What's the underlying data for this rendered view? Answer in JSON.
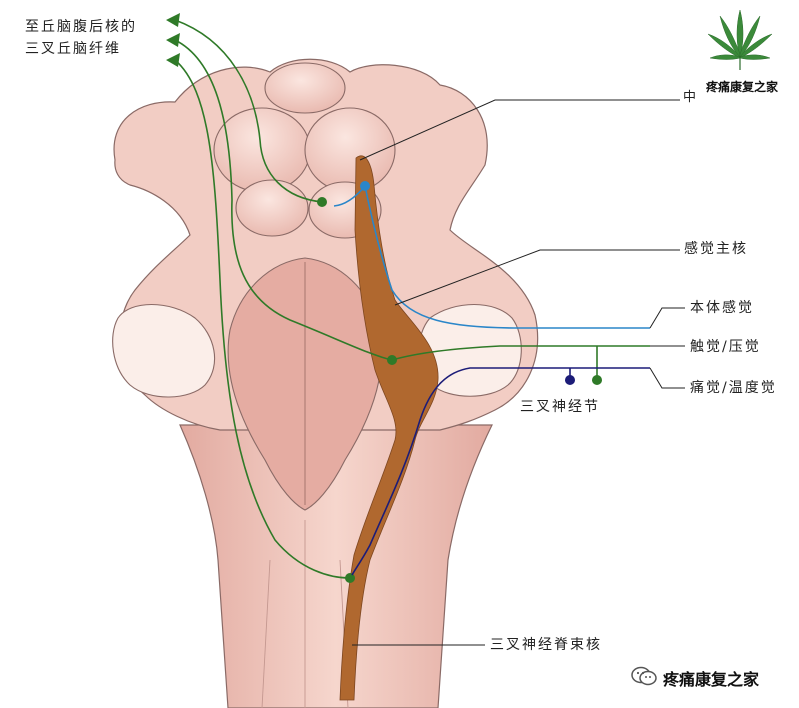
{
  "labels": {
    "ascending_line1": "至丘脑腹后核的",
    "ascending_line2": "三叉丘脑纤维",
    "top_right_partial": "中",
    "principal_sensory_nucleus": "感觉主核",
    "proprioception": "本体感觉",
    "touch_pressure": "触觉/压觉",
    "pain_temperature": "痛觉/温度觉",
    "trigeminal_ganglion": "三叉神经节",
    "spinal_trigeminal_nucleus": "三叉神经脊束核"
  },
  "watermark": {
    "top_brand": "疼痛康复之家",
    "bottom_brand": "疼痛康复之家"
  },
  "icons": {
    "logo": "cannabis-leaf-icon",
    "wechat": "wechat-icon"
  },
  "colors": {
    "tissue": "#f2cdc4",
    "tissue_shade": "#e3aaa0",
    "outline": "#8a6a66",
    "nucleus": "#b0682f",
    "green_fiber": "#2f7a28",
    "blue_fiber": "#2a86c9",
    "navy_fiber": "#1c1c78"
  }
}
